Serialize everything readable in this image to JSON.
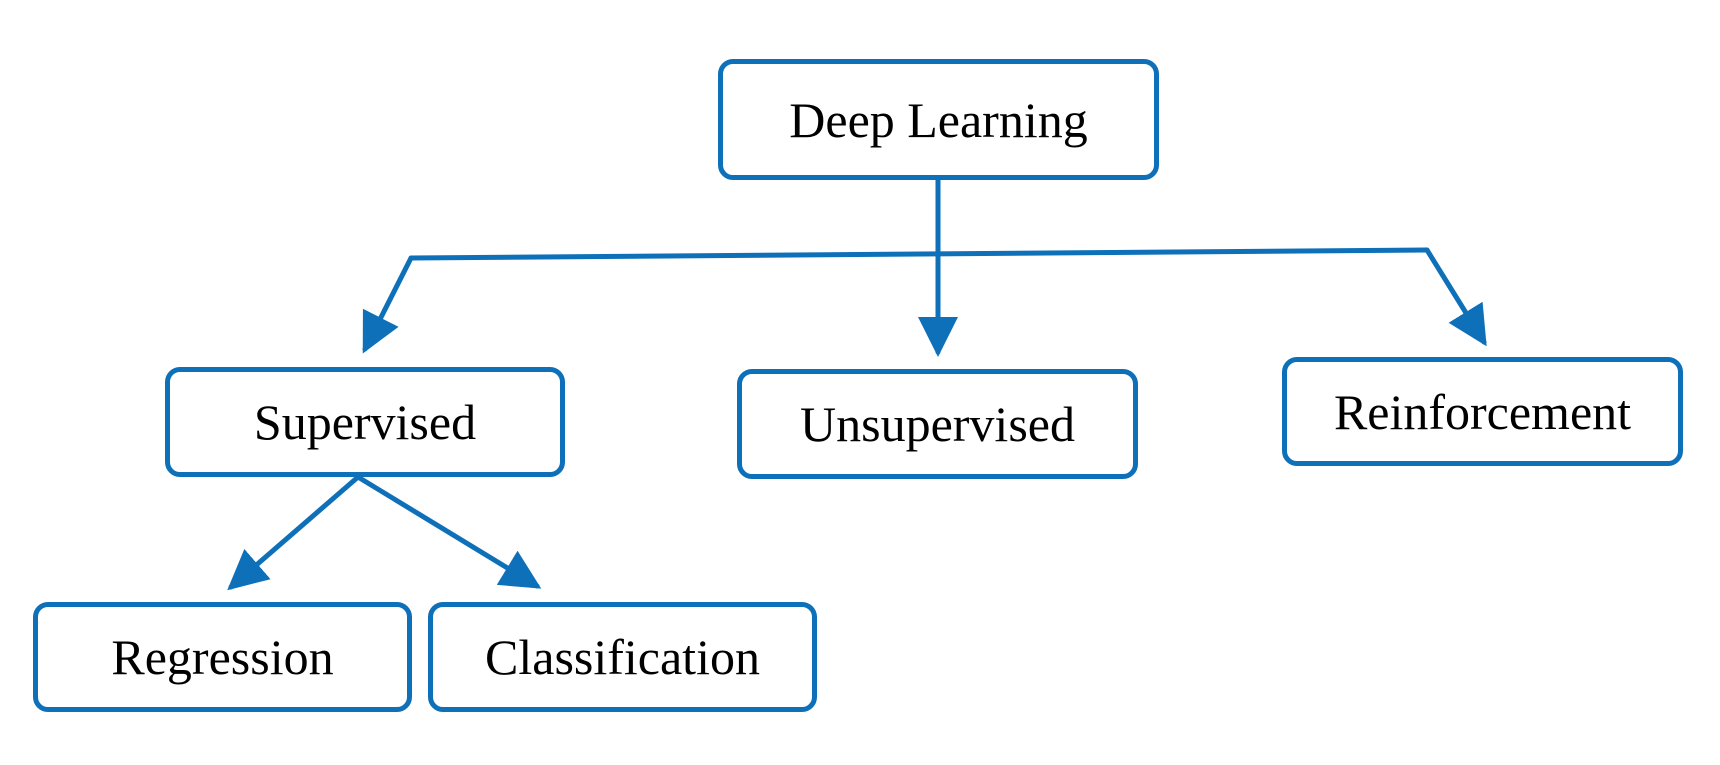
{
  "diagram": {
    "type": "hierarchy",
    "colors": {
      "accent": "#0E70B8",
      "text": "#000000",
      "background": "#FFFFFF"
    },
    "root": {
      "label": "Deep Learning"
    },
    "categories": [
      {
        "label": "Supervised"
      },
      {
        "label": "Unsupervised"
      },
      {
        "label": "Reinforcement"
      }
    ],
    "supervised_children": [
      {
        "label": "Regression"
      },
      {
        "label": "Classification"
      }
    ]
  }
}
